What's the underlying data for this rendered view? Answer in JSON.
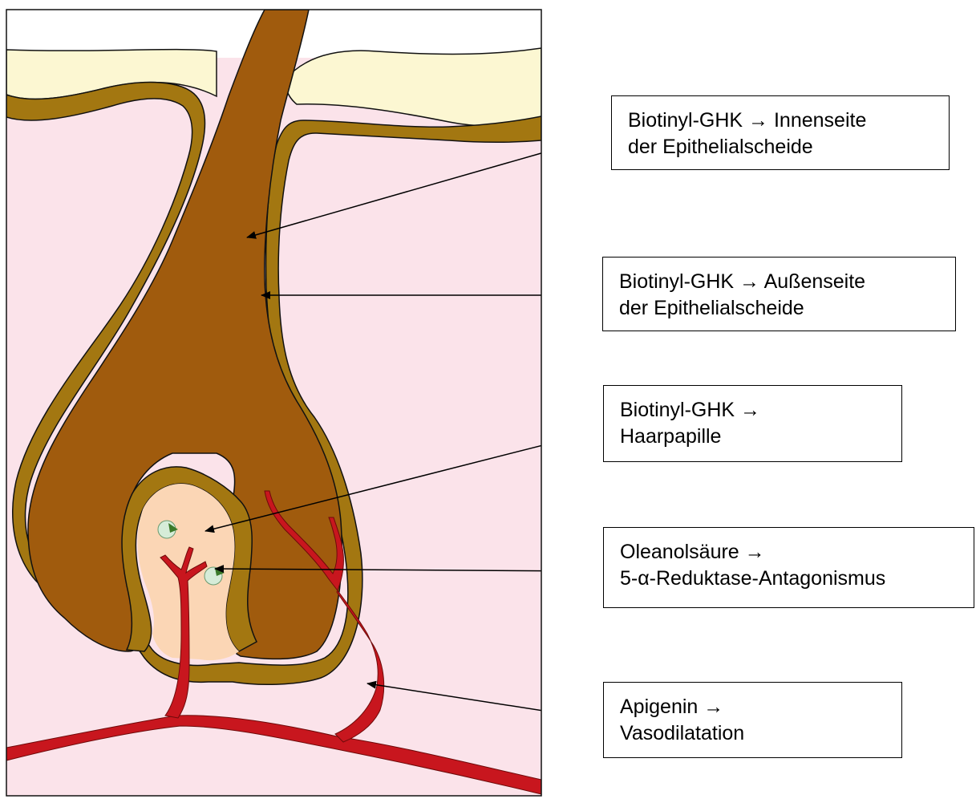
{
  "labels": [
    {
      "line1": "Biotinyl-GHK → Innenseite",
      "line2": "der Epithelialscheide"
    },
    {
      "line1": "Biotinyl-GHK → Außenseite",
      "line2": "der Epithelialscheide"
    },
    {
      "line1": "Biotinyl-GHK →",
      "line2": "Haarpapille"
    },
    {
      "line1": "Oleanolsäure →",
      "line2": "5-α-Reduktase-Antagonismus"
    },
    {
      "line1": "Apigenin →",
      "line2": "Vasodilatation"
    }
  ],
  "colors": {
    "skin_background": "#fbe3ea",
    "epidermis_surface": "#fcf7d2",
    "sheath_outer": "#a37711",
    "hair_shaft": "#a05b0d",
    "papilla": "#fbd6b5",
    "blood_vessel": "#c8161e",
    "cell": "#d6ecd8",
    "arrow": "#000000",
    "outline": "#111111"
  }
}
